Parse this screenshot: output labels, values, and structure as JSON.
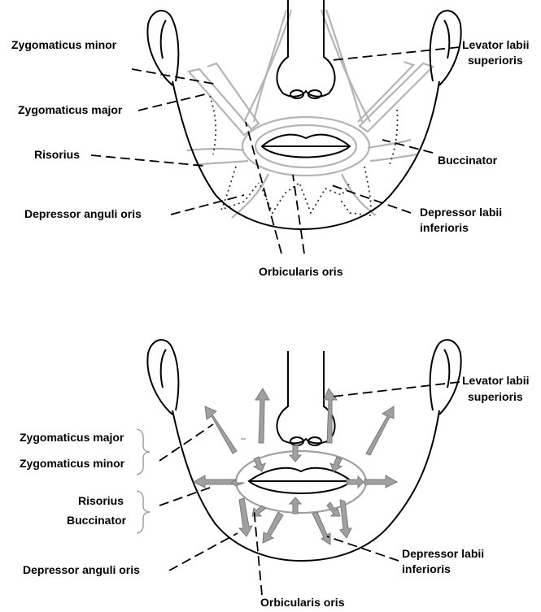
{
  "colors": {
    "outline": "#000000",
    "muscle": "#b4b4b4",
    "arrow": "#a0a0a0",
    "text": "#000000",
    "background": "#ffffff"
  },
  "top_diagram": {
    "labels": {
      "zygomaticus_minor": "Zygomaticus minor",
      "zygomaticus_major": "Zygomaticus major",
      "risorius": "Risorius",
      "depressor_anguli_oris": "Depressor anguli oris",
      "levator_line1": "Levator labii",
      "levator_line2": "superioris",
      "buccinator": "Buccinator",
      "depressor_labii_line1": "Depressor labii",
      "depressor_labii_line2": "inferioris",
      "orbicularis_oris": "Orbicularis oris"
    }
  },
  "bottom_diagram": {
    "labels": {
      "zygomaticus_major": "Zygomaticus major",
      "zygomaticus_minor": "Zygomaticus minor",
      "risorius": "Risorius",
      "buccinator": "Buccinator",
      "depressor_anguli_oris": "Depressor anguli oris",
      "levator_line1": "Levator labii",
      "levator_line2": "superioris",
      "depressor_labii_line1": "Depressor labii",
      "depressor_labii_line2": "inferioris",
      "orbicularis_oris": "Orbicularis oris"
    }
  }
}
